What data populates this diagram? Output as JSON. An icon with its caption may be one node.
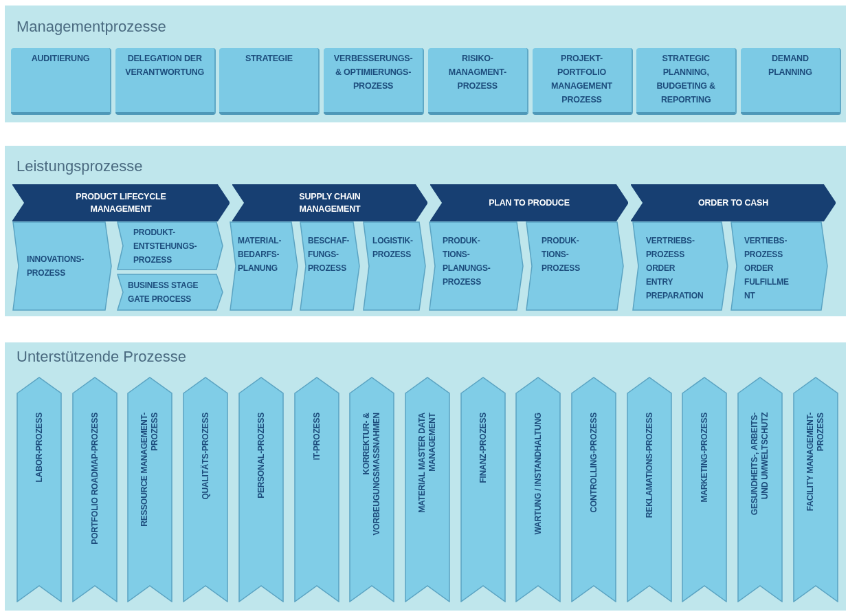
{
  "diagram": {
    "nodes": [
      {
        "text": [
          "Managementprozesse"
        ]
      },
      {
        "text": [
          "AUDITIERUNG"
        ],
        "in": 0
      },
      {
        "text": [
          "DELEGATION DER VERANTWORTUNG"
        ],
        "in": 0
      },
      {
        "text": [
          "STRATEGIE"
        ],
        "in": 0
      },
      {
        "text": [
          "VERBESSERUNGS- & OPTIMIERUNGS- PROZESS"
        ],
        "in": 0
      },
      {
        "text": [
          "RISIKO- MANAGMENT- PROZESS"
        ],
        "in": 0
      },
      {
        "text": [
          "PROJEKT- PORTFOLIO MANAGEMENT PROZESS"
        ],
        "in": 0
      },
      {
        "text": [
          "STRATEGIC PLANNING, BUDGETING & REPORTING"
        ],
        "in": 0
      },
      {
        "text": [
          "DEMAND PLANNING"
        ],
        "in": 0
      },
      {
        "text": [
          "Leistungsprozesse"
        ]
      },
      {
        "text": [
          "PRODUCT LIFECYCLE MANAGEMENT"
        ],
        "in": 9
      },
      {
        "text": [
          "SUPPLY CHAIN MANAGEMENT"
        ],
        "in": 9
      },
      {
        "text": [
          "PLAN TO PRODUCE"
        ],
        "in": 9
      },
      {
        "text": [
          "ORDER TO CASH"
        ],
        "in": 9
      },
      {
        "text": [
          "INNOVATIONS- PROZESS"
        ],
        "in": 9
      },
      {
        "text": [
          "PRODUKT- ENTSTEHUNGS- PROZESS"
        ],
        "in": 9
      },
      {
        "text": [
          "BUSINESS STAGE GATE PROCESS"
        ],
        "in": 9
      },
      {
        "text": [
          "MATERIAL- BEDARFS- PLANUNG"
        ],
        "in": 9
      },
      {
        "text": [
          "BESCHAF- FUNGS- PROZESS"
        ],
        "in": 9
      },
      {
        "text": [
          "LOGISTIK- PROZESS"
        ],
        "in": 9
      },
      {
        "text": [
          "PRODUK- TIONS- PLANUNGS- PROZESS"
        ],
        "in": 9
      },
      {
        "text": [
          "PRODUK- TIONS- PROZESS"
        ],
        "in": 9
      },
      {
        "text": [
          "VERTRIEBS- PROZESS ORDER ENTRY PREPARATION"
        ],
        "in": 9
      },
      {
        "text": [
          "VERTIEBS- PROZESS ORDER FULFILLME NT"
        ],
        "in": 9
      },
      {
        "text": [
          "Unterstützende Prozesse"
        ]
      },
      {
        "text": [
          "LABOR-PROZESS"
        ],
        "in": 24
      },
      {
        "text": [
          "PORTFOLIO ROADMAP-PROZESS"
        ],
        "in": 24
      },
      {
        "text": [
          "RESSOURCE MANAGEMENT- PROZESS"
        ],
        "in": 24
      },
      {
        "text": [
          "QUALITÄTS-PROZESS"
        ],
        "in": 24
      },
      {
        "text": [
          "PERSONAL-PROZESS"
        ],
        "in": 24
      },
      {
        "text": [
          "IT-PROZESS"
        ],
        "in": 24
      },
      {
        "text": [
          "KORREKTUR- & VORBEUGUNGSMASSNAHMEN"
        ],
        "in": 24
      },
      {
        "text": [
          "MATERIAL MASTER DATA MANAGEMENT"
        ],
        "in": 24
      },
      {
        "text": [
          "FINANZ-PROZESS"
        ],
        "in": 24
      },
      {
        "text": [
          "WARTUNG / INSTANDHALTUNG"
        ],
        "in": 24
      },
      {
        "text": [
          "CONTROLLING-PROZESS"
        ],
        "in": 24
      },
      {
        "text": [
          "REKLAMATIONS-PROZESS"
        ],
        "in": 24
      },
      {
        "text": [
          "MARKETING-PROZESS"
        ],
        "in": 24
      },
      {
        "text": [
          "GESUNDHEITS-, ARBEITS- UND UMWELTSCHUTZ"
        ],
        "in": 24
      },
      {
        "text": [
          "FACILITY MANAGEMENT- PROZESS"
        ],
        "in": 24
      }
    ]
  }
}
